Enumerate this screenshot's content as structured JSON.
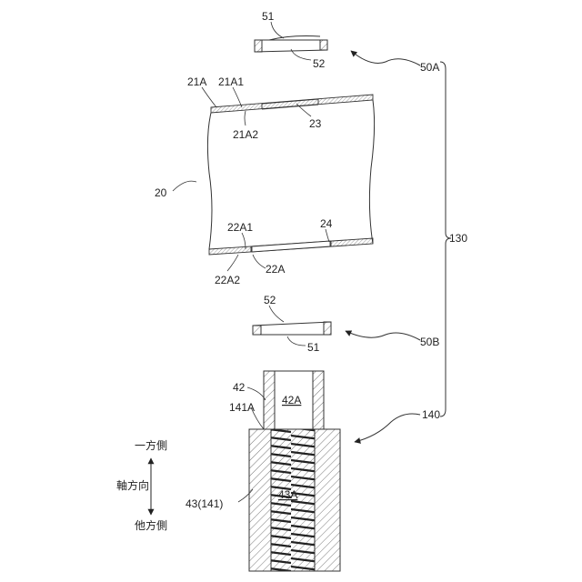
{
  "labels": {
    "l51_top": "51",
    "l52_top": "52",
    "l50A": "50A",
    "l21A": "21A",
    "l21A1": "21A1",
    "l21A2": "21A2",
    "l23": "23",
    "l20": "20",
    "l130": "130",
    "l22A1": "22A1",
    "l24": "24",
    "l22A2": "22A2",
    "l22A": "22A",
    "l52_bot": "52",
    "l51_bot": "51",
    "l50B": "50B",
    "l42": "42",
    "l42A": "42A",
    "l141A": "141A",
    "l140": "140",
    "l43A": "43A",
    "l43": "43(141)"
  },
  "direction": {
    "one_side": "一方側",
    "axial": "軸方向",
    "other_side": "他方側"
  },
  "colors": {
    "line": "#333333",
    "background": "#ffffff"
  }
}
